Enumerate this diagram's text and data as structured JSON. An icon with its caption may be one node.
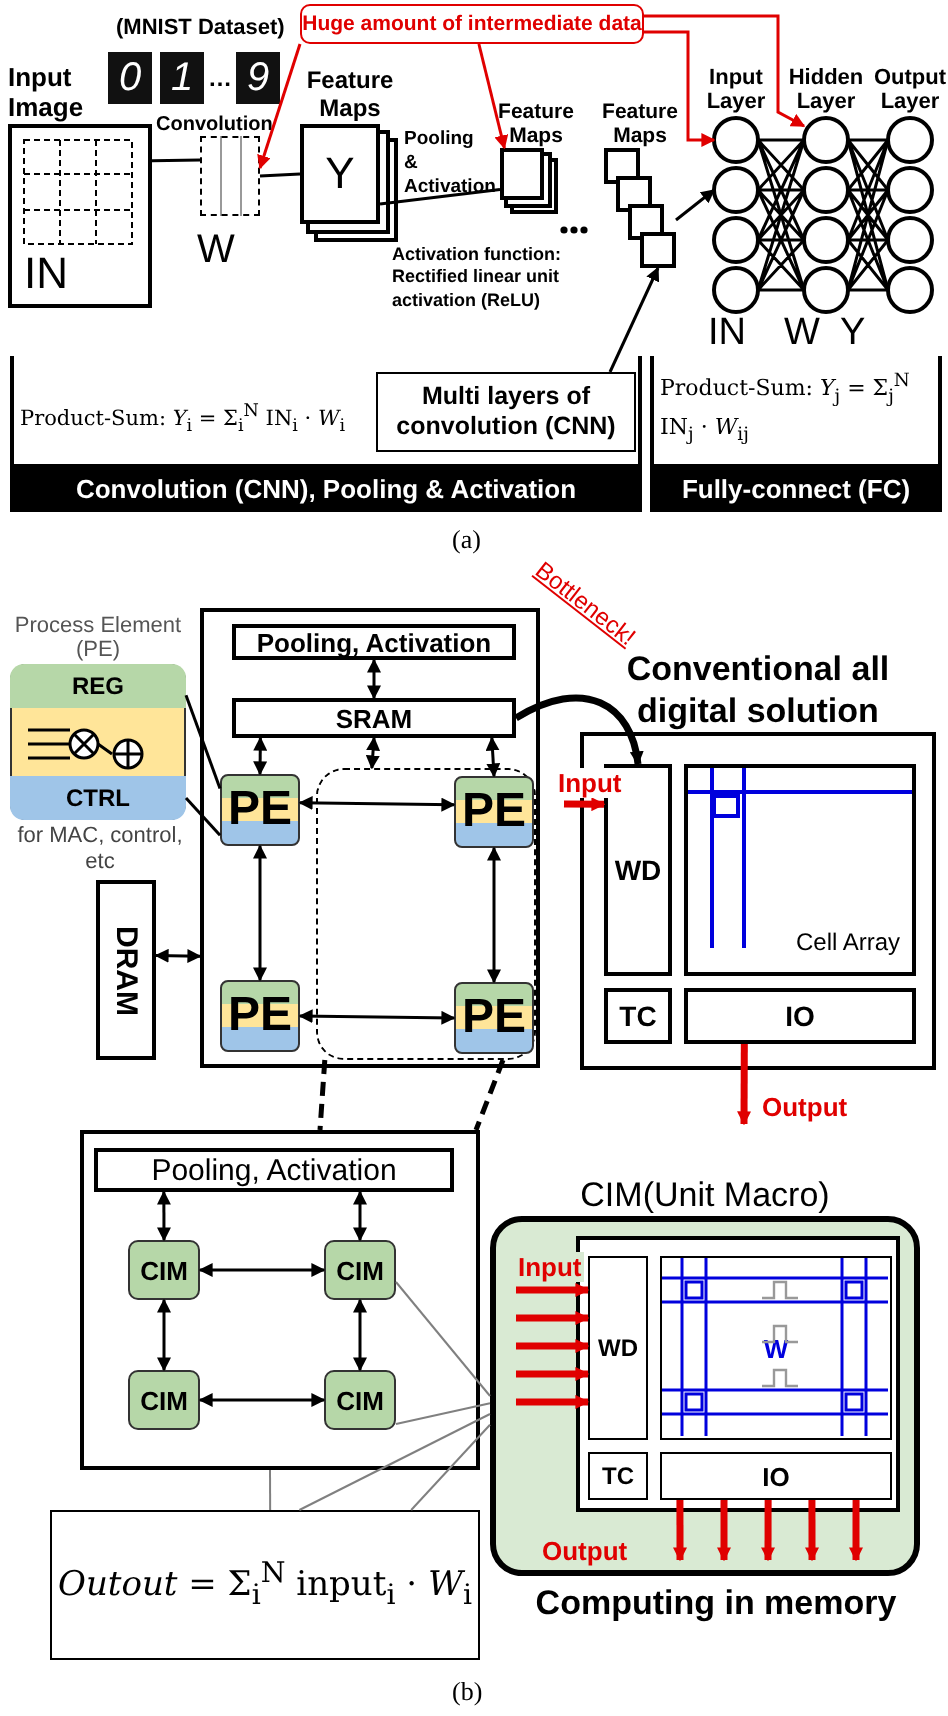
{
  "diagram": {
    "nodes": [
      {
        "text": [
          "Huge amount of intermediate data"
        ]
      },
      {
        "text": [
          "Input Image",
          "IN"
        ]
      },
      {
        "text": [
          "Convolution",
          "W"
        ]
      },
      {
        "text": [
          "Feature Maps",
          "Y"
        ]
      },
      {
        "text": [
          "Feature Maps"
        ],
        "beside": [
          "Pooling & Activation"
        ]
      },
      {
        "text": [
          "Feature Maps"
        ]
      },
      {
        "text": [
          "Input Layer"
        ]
      },
      {
        "text": [
          "Hidden Layer"
        ]
      },
      {
        "text": [
          "Output Layer"
        ]
      },
      {
        "text": [
          "Convolution (CNN), Pooling & Activation"
        ]
      },
      {
        "text": [
          "Multi layers of convolution (CNN)"
        ],
        "in": 9
      },
      {
        "text": [
          "Fully-connect (FC)"
        ]
      },
      {
        "text": [
          "Process Element (PE)"
        ],
        "beside": [
          "for MAC, control, etc"
        ]
      },
      {
        "text": [
          "REG"
        ],
        "in": 12
      },
      {
        "text": [
          "CTRL"
        ],
        "in": 12
      },
      {
        "text": [],
        "shape": "box"
      },
      {
        "text": [
          "Pooling, Activation"
        ],
        "in": 15
      },
      {
        "text": [
          "SRAM"
        ],
        "in": 15
      },
      {
        "text": [],
        "shape": "box",
        "in": 15
      },
      {
        "text": [
          "PE"
        ],
        "in": 15
      },
      {
        "text": [
          "PE"
        ],
        "in": 18
      },
      {
        "text": [
          "PE"
        ],
        "in": 15
      },
      {
        "text": [
          "PE"
        ],
        "in": 18
      },
      {
        "text": [
          "DRAM"
        ]
      },
      {
        "text": [
          "Conventional all digital solution"
        ]
      },
      {
        "text": [
          "WD"
        ],
        "in": 24
      },
      {
        "text": [
          "Cell Array"
        ],
        "in": 24
      },
      {
        "text": [
          "TC"
        ],
        "in": 24
      },
      {
        "text": [
          "IO"
        ],
        "in": 24
      },
      {
        "text": [],
        "shape": "box"
      },
      {
        "text": [
          "Pooling, Activation"
        ],
        "in": 29
      },
      {
        "text": [
          "CIM"
        ],
        "in": 29
      },
      {
        "text": [
          "CIM"
        ],
        "in": 29
      },
      {
        "text": [
          "CIM"
        ],
        "in": 29
      },
      {
        "text": [
          "CIM"
        ],
        "in": 29
      },
      {
        "text": [
          "*Outout* = Σ$_{i}$$^{N}$ input$_{i}$ · *W*$_{i}$"
        ]
      },
      {
        "text": [
          "CIM(Unit Macro)"
        ],
        "beside": [
          "Computing in memory"
        ]
      },
      {
        "text": [
          "WD"
        ],
        "in": 36
      },
      {
        "text": [
          "W"
        ],
        "in": 36
      },
      {
        "text": [
          "TC"
        ],
        "in": 36
      },
      {
        "text": [
          "IO"
        ],
        "in": 36
      }
    ],
    "edges": [
      {
        "from": 0,
        "to": 2,
        "arrow": "to",
        "color": "#e00000"
      },
      {
        "from": 0,
        "to": 4,
        "arrow": "to",
        "color": "#e00000"
      },
      {
        "from": 0,
        "to": 6,
        "arrow": "to",
        "color": "#e00000"
      },
      {
        "from": 0,
        "to": 7,
        "arrow": "to",
        "color": "#e00000"
      },
      {
        "from": 1,
        "to": 2,
        "arrow": "none"
      },
      {
        "from": 2,
        "to": 3,
        "arrow": "none"
      },
      {
        "from": 3,
        "to": 4,
        "arrow": "none"
      },
      {
        "from": 10,
        "to": 5,
        "arrow": "to"
      },
      {
        "from": 5,
        "to": 6,
        "arrow": "to"
      },
      {
        "from": 6,
        "to": 7,
        "arrow": "none"
      },
      {
        "from": 7,
        "to": 8,
        "arrow": "none"
      },
      {
        "from": 12,
        "to": 19,
        "arrow": "none"
      },
      {
        "from": 14,
        "to": 19,
        "arrow": "none"
      },
      {
        "from": 16,
        "to": 17,
        "arrow": "both"
      },
      {
        "from": 17,
        "to": 19,
        "arrow": "both"
      },
      {
        "from": 17,
        "to": 20,
        "arrow": "both"
      },
      {
        "from": 17,
        "to": 18,
        "arrow": "both"
      },
      {
        "from": 19,
        "to": 20,
        "arrow": "both"
      },
      {
        "from": 19,
        "to": 21,
        "arrow": "both"
      },
      {
        "from": 20,
        "to": 22,
        "arrow": "both"
      },
      {
        "from": 21,
        "to": 22,
        "arrow": "both"
      },
      {
        "from": 23,
        "to": 15,
        "arrow": "both"
      },
      {
        "from": 17,
        "to": 25,
        "arrow": "to",
        "style": "thick"
      },
      {
        "from": null,
        "to": 25,
        "arrow": "to",
        "label": "Input",
        "color": "#e00000",
        "style": "thick"
      },
      {
        "from": 28,
        "to": null,
        "arrow": "to",
        "label": "Output",
        "color": "#e00000",
        "style": "thick"
      },
      {
        "from": 18,
        "to": 29,
        "arrow": "none",
        "style": "dashed"
      },
      {
        "from": 18,
        "to": 29,
        "arrow": "none",
        "style": "dashed"
      },
      {
        "from": 30,
        "to": 31,
        "arrow": "both"
      },
      {
        "from": 30,
        "to": 32,
        "arrow": "both"
      },
      {
        "from": 31,
        "to": 32,
        "arrow": "both"
      },
      {
        "from": 31,
        "to": 33,
        "arrow": "both"
      },
      {
        "from": 32,
        "to": 34,
        "arrow": "both"
      },
      {
        "from": 33,
        "to": 34,
        "arrow": "both"
      },
      {
        "from": 29,
        "to": 35,
        "arrow": "none",
        "color": "#808080"
      },
      {
        "from": 32,
        "to": 36,
        "arrow": "none",
        "color": "#808080"
      },
      {
        "from": 34,
        "to": 36,
        "arrow": "none",
        "color": "#808080"
      },
      {
        "from": 35,
        "to": 36,
        "arrow": "none",
        "color": "#808080"
      },
      {
        "from": 35,
        "to": 36,
        "arrow": "none",
        "color": "#808080"
      },
      {
        "from": null,
        "to": 37,
        "arrow": "to",
        "label": "Input",
        "color": "#e00000",
        "style": "thick"
      },
      {
        "from": null,
        "to": 37,
        "arrow": "to",
        "color": "#e00000",
        "style": "thick"
      },
      {
        "from": null,
        "to": 37,
        "arrow": "to",
        "color": "#e00000",
        "style": "thick"
      },
      {
        "from": null,
        "to": 37,
        "arrow": "to",
        "color": "#e00000",
        "style": "thick"
      },
      {
        "from": null,
        "to": 37,
        "arrow": "to",
        "color": "#e00000",
        "style": "thick"
      },
      {
        "from": 40,
        "to": null,
        "arrow": "to",
        "label": "Output",
        "color": "#e00000",
        "style": "thick"
      },
      {
        "from": 40,
        "to": null,
        "arrow": "to",
        "color": "#e00000",
        "style": "thick"
      },
      {
        "from": 40,
        "to": null,
        "arrow": "to",
        "color": "#e00000",
        "style": "thick"
      },
      {
        "from": 40,
        "to": null,
        "arrow": "to",
        "color": "#e00000",
        "style": "thick"
      },
      {
        "from": 40,
        "to": null,
        "arrow": "to",
        "color": "#e00000",
        "style": "thick"
      }
    ],
    "labels": [
      "(MNIST Dataset)",
      "0",
      "1",
      "…",
      "9",
      "Activation function: Rectified linear unit activation (ReLU)",
      "Product-Sum: *Y*$_{i}$ = Σ$_{i}$$^{N}$ IN$_{i}$ · *W*$_{i}$",
      "IN",
      "W",
      "Y",
      "Product-Sum: *Y*$_{j}$ = Σ$_{j}$$^{N}$ IN$_{j}$ · *W*$_{ij}$",
      "(a)",
      "Bottleneck!",
      "(b)"
    ]
  }
}
